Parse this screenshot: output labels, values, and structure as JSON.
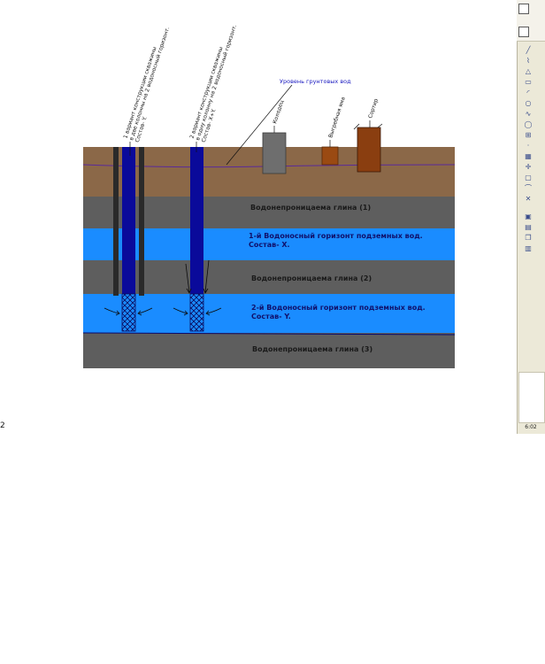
{
  "layers": {
    "clay1": "Водонепроницаема глина (1)",
    "aquifer1_line1": "1-й Водоносный горизонт подземных вод.",
    "aquifer1_line2": "Состав- Х.",
    "clay2": "Водонепроницаема глина (2)",
    "aquifer2_line1": "2-й Водоносный горизонт подземных вод.",
    "aquifer2_line2": "Состав- Y.",
    "clay3": "Водонепроницаема глина (3)"
  },
  "labels": {
    "groundwater": "Уровень грунтовых вод",
    "well_pit": "Колодец",
    "cesspit": "Выгребная яма",
    "toilet": "Сортир",
    "variant1_line1": "1 вариант конструкции скважины",
    "variant1_line2": "в две колонны на 2 водоносный горизонт.",
    "variant1_line3": "Состав- Y.",
    "variant2_line1": "2 вариант конструкции скважины",
    "variant2_line2": "в одну колонну на 2 водоносный горизонт.",
    "variant2_line3": "Состав- Х+Y."
  },
  "toolbar": {
    "clock": "6:02"
  },
  "colors": {
    "soil": "#8b6848",
    "clay": "#5e5e5e",
    "aquifer": "#1a8cff",
    "casing": "#0a0a9a",
    "pit": "#6e6e6e",
    "cesspit": "#9a4a12",
    "toilet": "#8a3e10"
  }
}
